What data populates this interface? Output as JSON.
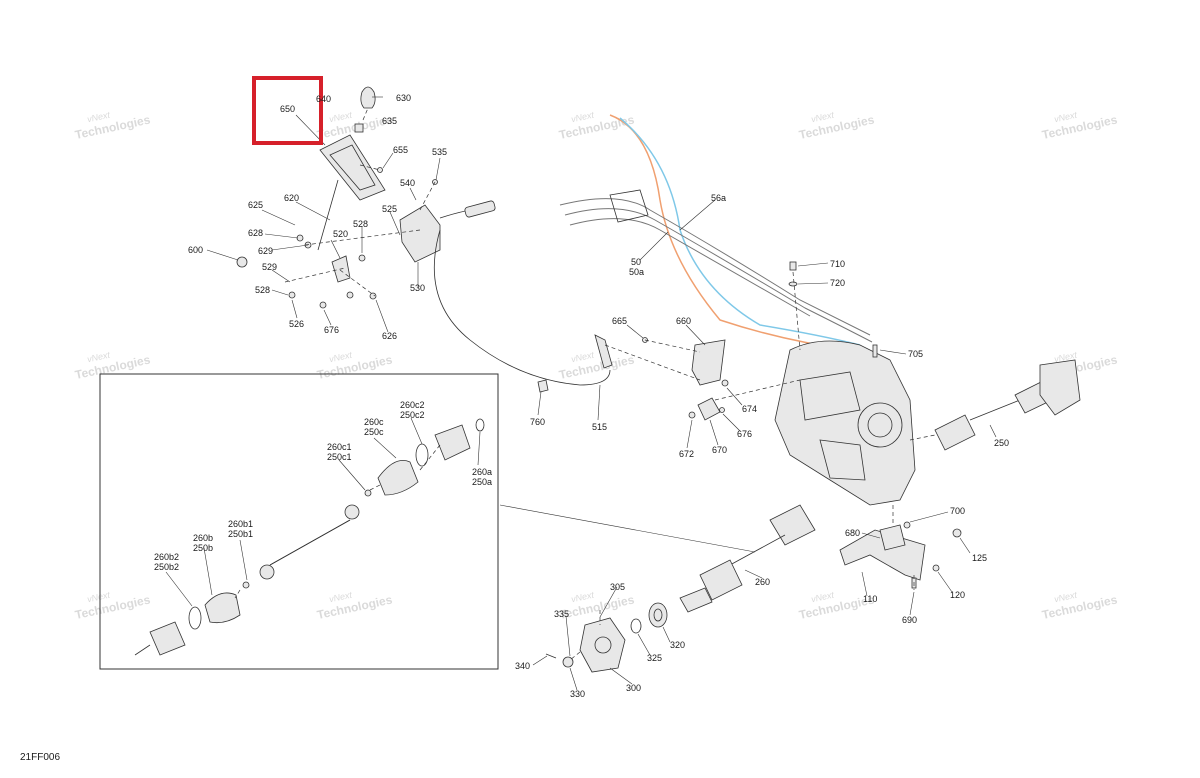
{
  "reference_code": "21FF006",
  "watermark": {
    "line1": "vNext",
    "line2": "Technologies"
  },
  "highlight_color": "#d6202a",
  "wire_colors": {
    "orange": "#f0a070",
    "blue": "#7fc8e8"
  },
  "callouts": [
    {
      "id": "c650",
      "text": "650"
    },
    {
      "id": "c640",
      "text": "640"
    },
    {
      "id": "c630",
      "text": "630"
    },
    {
      "id": "c635",
      "text": "635"
    },
    {
      "id": "c655",
      "text": "655"
    },
    {
      "id": "c535",
      "text": "535"
    },
    {
      "id": "c540",
      "text": "540"
    },
    {
      "id": "c620",
      "text": "620"
    },
    {
      "id": "c625",
      "text": "625"
    },
    {
      "id": "c628a",
      "text": "628"
    },
    {
      "id": "c629",
      "text": "629"
    },
    {
      "id": "c600",
      "text": "600"
    },
    {
      "id": "c520",
      "text": "520"
    },
    {
      "id": "c528a",
      "text": "528"
    },
    {
      "id": "c525",
      "text": "525"
    },
    {
      "id": "c529",
      "text": "529"
    },
    {
      "id": "c528b",
      "text": "528"
    },
    {
      "id": "c526",
      "text": "526"
    },
    {
      "id": "c676a",
      "text": "676"
    },
    {
      "id": "c626",
      "text": "626"
    },
    {
      "id": "c530",
      "text": "530"
    },
    {
      "id": "c56a",
      "text": "56a"
    },
    {
      "id": "c50",
      "text": "50"
    },
    {
      "id": "c50a",
      "text": "50a"
    },
    {
      "id": "c710",
      "text": "710"
    },
    {
      "id": "c720",
      "text": "720"
    },
    {
      "id": "c665",
      "text": "665"
    },
    {
      "id": "c660",
      "text": "660"
    },
    {
      "id": "c705",
      "text": "705"
    },
    {
      "id": "c674",
      "text": "674"
    },
    {
      "id": "c676b",
      "text": "676"
    },
    {
      "id": "c672",
      "text": "672"
    },
    {
      "id": "c670",
      "text": "670"
    },
    {
      "id": "c760",
      "text": "760"
    },
    {
      "id": "c515",
      "text": "515"
    },
    {
      "id": "c250",
      "text": "250"
    },
    {
      "id": "c700",
      "text": "700"
    },
    {
      "id": "c680",
      "text": "680"
    },
    {
      "id": "c125",
      "text": "125"
    },
    {
      "id": "c260",
      "text": "260"
    },
    {
      "id": "c110",
      "text": "110"
    },
    {
      "id": "c120",
      "text": "120"
    },
    {
      "id": "c690",
      "text": "690"
    },
    {
      "id": "c305",
      "text": "305"
    },
    {
      "id": "c335",
      "text": "335"
    },
    {
      "id": "c320",
      "text": "320"
    },
    {
      "id": "c325",
      "text": "325"
    },
    {
      "id": "c340",
      "text": "340"
    },
    {
      "id": "c330",
      "text": "330"
    },
    {
      "id": "c300",
      "text": "300"
    },
    {
      "id": "c260c2",
      "text": "260c2"
    },
    {
      "id": "c250c2",
      "text": "250c2"
    },
    {
      "id": "c260c",
      "text": "260c"
    },
    {
      "id": "c250c",
      "text": "250c"
    },
    {
      "id": "c260c1",
      "text": "260c1"
    },
    {
      "id": "c250c1",
      "text": "250c1"
    },
    {
      "id": "c260a",
      "text": "260a"
    },
    {
      "id": "c250a",
      "text": "250a"
    },
    {
      "id": "c260b1",
      "text": "260b1"
    },
    {
      "id": "c250b1",
      "text": "250b1"
    },
    {
      "id": "c260b",
      "text": "260b"
    },
    {
      "id": "c250b",
      "text": "250b"
    },
    {
      "id": "c260b2",
      "text": "260b2"
    },
    {
      "id": "c250b2",
      "text": "250b2"
    }
  ]
}
